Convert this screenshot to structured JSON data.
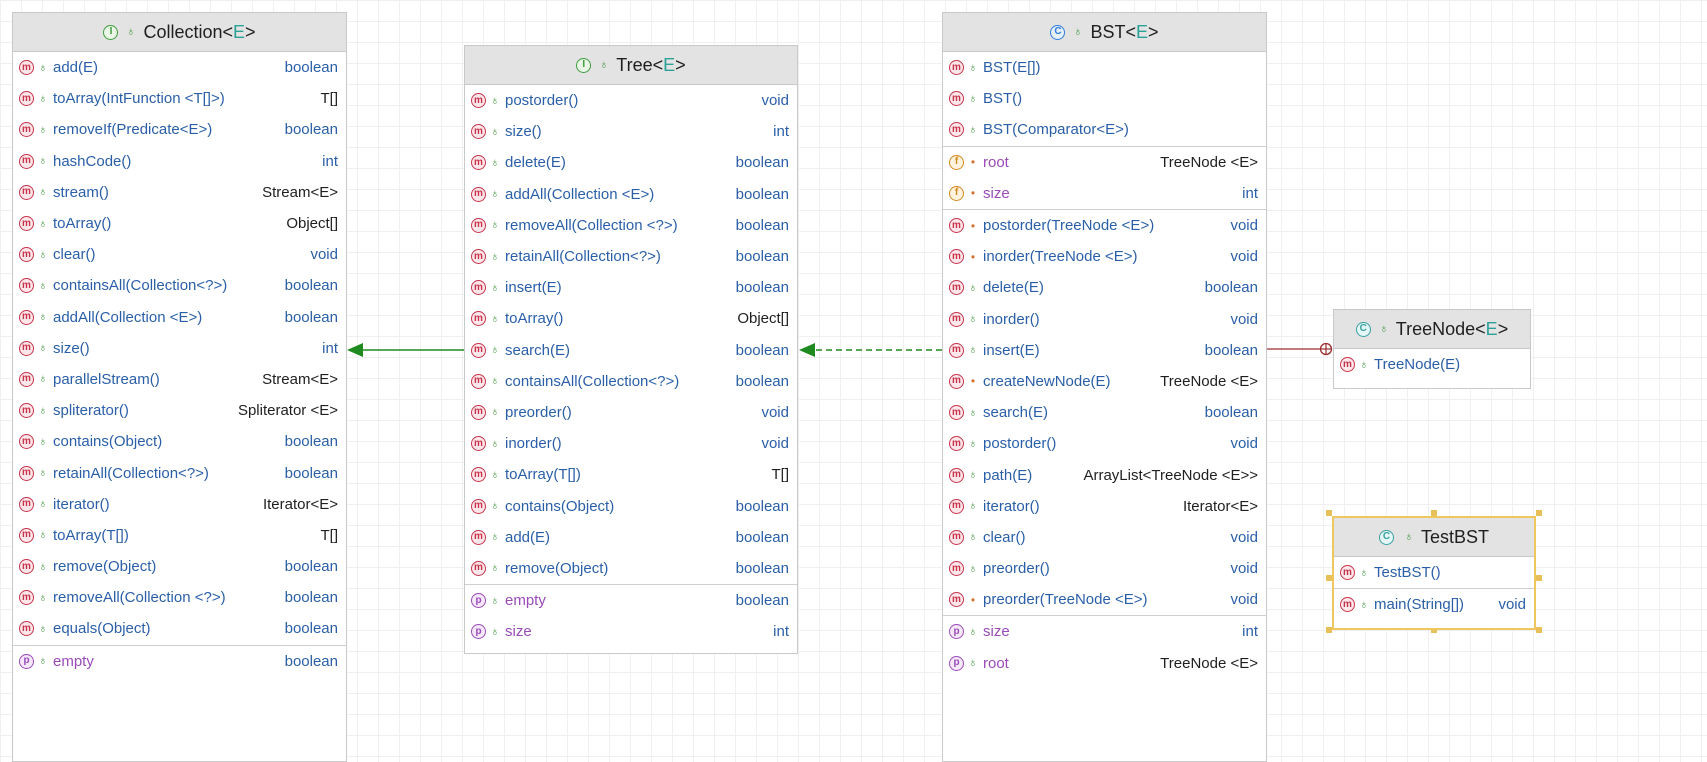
{
  "colors": {
    "method": "#c7344b",
    "field": "#d28a1e",
    "property": "#9a4bb8",
    "interface": "#3f9c3f",
    "class": "#2e7dd6",
    "type_keyword": "#2a5fa8",
    "generic_param": "#2aa198",
    "inheritance_arrow": "#1f8a1f",
    "nested_link": "#9b2c2c",
    "selection": "#f0c75e"
  },
  "classes": {
    "collection": {
      "kind_icon": "interface-icon",
      "title": "Collection",
      "generic": "E",
      "members": [
        {
          "icon": "m",
          "vis": "pub",
          "name": "add(E)",
          "type": "boolean"
        },
        {
          "icon": "m",
          "vis": "pub",
          "name": "toArray(IntFunction <T[]>)",
          "type": "T[]"
        },
        {
          "icon": "m",
          "vis": "pub",
          "name": "removeIf(Predicate<E>)",
          "type": "boolean"
        },
        {
          "icon": "m",
          "vis": "pub",
          "name": "hashCode()",
          "type": "int"
        },
        {
          "icon": "m",
          "vis": "pub",
          "name": "stream()",
          "type": "Stream<E>"
        },
        {
          "icon": "m",
          "vis": "pub",
          "name": "toArray()",
          "type": "Object[]"
        },
        {
          "icon": "m",
          "vis": "pub",
          "name": "clear()",
          "type": "void"
        },
        {
          "icon": "m",
          "vis": "pub",
          "name": "containsAll(Collection<?>)",
          "type": "boolean"
        },
        {
          "icon": "m",
          "vis": "pub",
          "name": "addAll(Collection <E>)",
          "type": "boolean"
        },
        {
          "icon": "m",
          "vis": "pub",
          "name": "size()",
          "type": "int"
        },
        {
          "icon": "m",
          "vis": "pub",
          "name": "parallelStream()",
          "type": "Stream<E>"
        },
        {
          "icon": "m",
          "vis": "pub",
          "name": "spliterator()",
          "type": "Spliterator <E>"
        },
        {
          "icon": "m",
          "vis": "pub",
          "name": "contains(Object)",
          "type": "boolean"
        },
        {
          "icon": "m",
          "vis": "pub",
          "name": "retainAll(Collection<?>)",
          "type": "boolean"
        },
        {
          "icon": "m",
          "vis": "pub",
          "name": "iterator()",
          "type": "Iterator<E>"
        },
        {
          "icon": "m",
          "vis": "pub",
          "name": "toArray(T[])",
          "type": "T[]"
        },
        {
          "icon": "m",
          "vis": "pub",
          "name": "remove(Object)",
          "type": "boolean"
        },
        {
          "icon": "m",
          "vis": "pub",
          "name": "removeAll(Collection <?>)",
          "type": "boolean"
        },
        {
          "icon": "m",
          "vis": "pub",
          "name": "equals(Object)",
          "type": "boolean"
        },
        {
          "icon": "p",
          "vis": "pub",
          "name": "empty",
          "type": "boolean",
          "sep": true
        }
      ]
    },
    "tree": {
      "kind_icon": "interface-icon",
      "title": "Tree",
      "generic": "E",
      "members": [
        {
          "icon": "m",
          "vis": "pub",
          "name": "postorder()",
          "type": "void"
        },
        {
          "icon": "m",
          "vis": "pub",
          "name": "size()",
          "type": "int"
        },
        {
          "icon": "m",
          "vis": "pub",
          "name": "delete(E)",
          "type": "boolean"
        },
        {
          "icon": "m",
          "vis": "pub",
          "name": "addAll(Collection <E>)",
          "type": "boolean"
        },
        {
          "icon": "m",
          "vis": "pub",
          "name": "removeAll(Collection <?>)",
          "type": "boolean"
        },
        {
          "icon": "m",
          "vis": "pub",
          "name": "retainAll(Collection<?>)",
          "type": "boolean"
        },
        {
          "icon": "m",
          "vis": "pub",
          "name": "insert(E)",
          "type": "boolean"
        },
        {
          "icon": "m",
          "vis": "pub",
          "name": "toArray()",
          "type": "Object[]"
        },
        {
          "icon": "m",
          "vis": "pub",
          "name": "search(E)",
          "type": "boolean"
        },
        {
          "icon": "m",
          "vis": "pub",
          "name": "containsAll(Collection<?>)",
          "type": "boolean"
        },
        {
          "icon": "m",
          "vis": "pub",
          "name": "preorder()",
          "type": "void"
        },
        {
          "icon": "m",
          "vis": "pub",
          "name": "inorder()",
          "type": "void"
        },
        {
          "icon": "m",
          "vis": "pub",
          "name": "toArray(T[])",
          "type": "T[]"
        },
        {
          "icon": "m",
          "vis": "pub",
          "name": "contains(Object)",
          "type": "boolean"
        },
        {
          "icon": "m",
          "vis": "pub",
          "name": "add(E)",
          "type": "boolean"
        },
        {
          "icon": "m",
          "vis": "pub",
          "name": "remove(Object)",
          "type": "boolean"
        },
        {
          "icon": "p",
          "vis": "pub",
          "name": "empty",
          "type": "boolean",
          "sep": true
        },
        {
          "icon": "p",
          "vis": "pub",
          "name": "size",
          "type": "int"
        }
      ]
    },
    "bst": {
      "kind_icon": "class-icon",
      "title": "BST",
      "generic": "E",
      "members": [
        {
          "icon": "m",
          "vis": "pub",
          "name": "BST(E[])",
          "type": ""
        },
        {
          "icon": "m",
          "vis": "pub",
          "name": "BST()",
          "type": ""
        },
        {
          "icon": "m",
          "vis": "pub",
          "name": "BST(Comparator<E>)",
          "type": ""
        },
        {
          "icon": "f",
          "vis": "priv",
          "name": "root",
          "type": "TreeNode <E>",
          "sep": true
        },
        {
          "icon": "f",
          "vis": "priv",
          "name": "size",
          "type": "int"
        },
        {
          "icon": "m",
          "vis": "priv",
          "name": "postorder(TreeNode <E>)",
          "type": "void",
          "sep": true
        },
        {
          "icon": "m",
          "vis": "priv",
          "name": "inorder(TreeNode <E>)",
          "type": "void"
        },
        {
          "icon": "m",
          "vis": "pub",
          "name": "delete(E)",
          "type": "boolean"
        },
        {
          "icon": "m",
          "vis": "pub",
          "name": "inorder()",
          "type": "void"
        },
        {
          "icon": "m",
          "vis": "pub",
          "name": "insert(E)",
          "type": "boolean"
        },
        {
          "icon": "m",
          "vis": "priv",
          "name": "createNewNode(E)",
          "type": "TreeNode <E>"
        },
        {
          "icon": "m",
          "vis": "pub",
          "name": "search(E)",
          "type": "boolean"
        },
        {
          "icon": "m",
          "vis": "pub",
          "name": "postorder()",
          "type": "void"
        },
        {
          "icon": "m",
          "vis": "pub",
          "name": "path(E)",
          "type": "ArrayList<TreeNode <E>>"
        },
        {
          "icon": "m",
          "vis": "pub",
          "name": "iterator()",
          "type": "Iterator<E>"
        },
        {
          "icon": "m",
          "vis": "pub",
          "name": "clear()",
          "type": "void"
        },
        {
          "icon": "m",
          "vis": "pub",
          "name": "preorder()",
          "type": "void"
        },
        {
          "icon": "m",
          "vis": "priv",
          "name": "preorder(TreeNode <E>)",
          "type": "void"
        },
        {
          "icon": "p",
          "vis": "pub",
          "name": "size",
          "type": "int",
          "sep": true
        },
        {
          "icon": "p",
          "vis": "pub",
          "name": "root",
          "type": "TreeNode <E>"
        }
      ]
    },
    "treenode": {
      "kind_icon": "inner-class-icon",
      "title": "TreeNode",
      "generic": "E",
      "members": [
        {
          "icon": "m",
          "vis": "pub",
          "name": "TreeNode(E)",
          "type": ""
        }
      ]
    },
    "testbst": {
      "kind_icon": "runnable-class-icon",
      "title": "TestBST",
      "generic": "",
      "members": [
        {
          "icon": "m",
          "vis": "pub",
          "name": "TestBST()",
          "type": ""
        },
        {
          "icon": "s",
          "vis": "pub",
          "name": "main(String[])",
          "type": "void",
          "sep": true
        }
      ]
    }
  }
}
